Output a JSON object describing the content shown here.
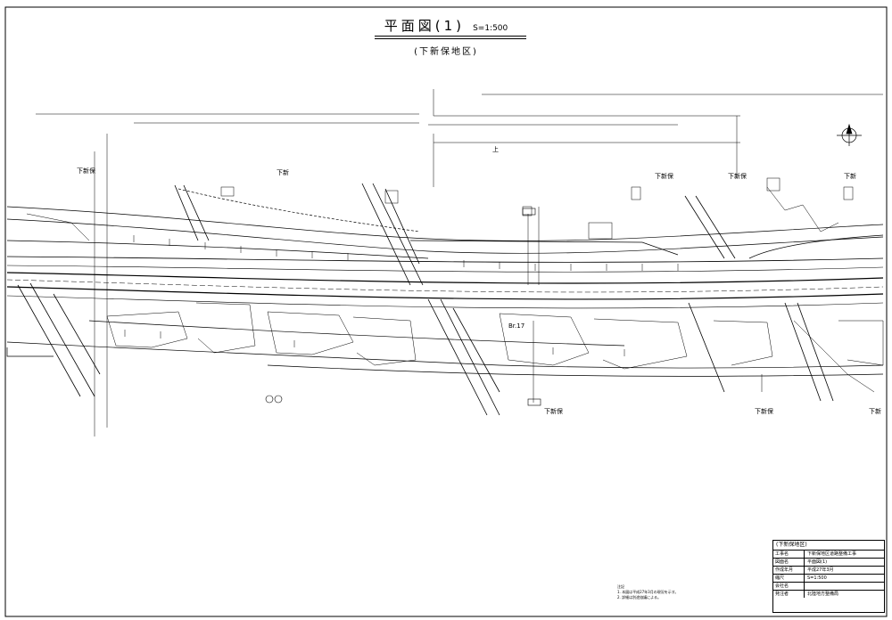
{
  "title": {
    "main": "平面図(1)",
    "scale": "S=1:500",
    "area": "(下新保地区)"
  },
  "labels": {
    "upper_ro": "上",
    "place_top_left": "下新保",
    "place_top_mid": "下新",
    "place_right_1": "下新保",
    "place_right_2": "下新保",
    "place_right_3": "下新",
    "place_bot_1": "下新保",
    "place_bot_2": "下新保",
    "place_bot_3": "下新",
    "road_upper": "上",
    "sign_br": "Br.17"
  },
  "titleblock": {
    "header": "(下新保地区)",
    "rows": [
      {
        "k": "工事名",
        "v": "下新保地区道路整備工事"
      },
      {
        "k": "図面名",
        "v": "平面図(1)"
      },
      {
        "k": "作成年月",
        "v": "平成27年3月"
      },
      {
        "k": "縮尺",
        "v": "S=1:500"
      },
      {
        "k": "会社名",
        "v": ""
      },
      {
        "k": "発注者",
        "v": "北陸地方整備局"
      }
    ]
  },
  "notes": {
    "heading": "注記",
    "line1": "1. 本図は平成27年3月の現況を示す。",
    "line2": "2. 詳細は別途協議による。"
  }
}
